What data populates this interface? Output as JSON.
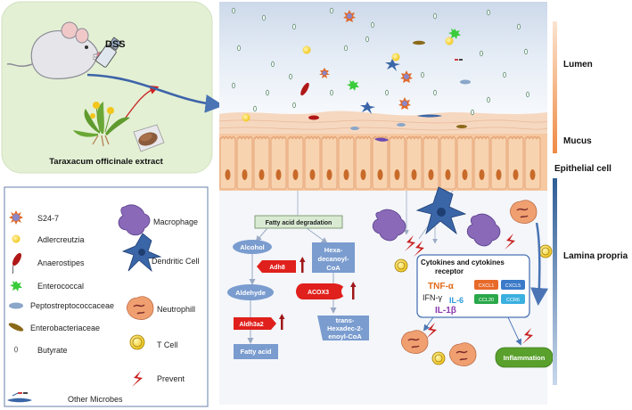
{
  "mouse_panel": {
    "dss_label": "DSS",
    "extract_label": "Taraxacum officinale extract"
  },
  "legend": {
    "left": [
      {
        "icon": "s24-7-icon",
        "label": "S24-7"
      },
      {
        "icon": "adlercreutzia-icon",
        "label": "Adlercreutzia"
      },
      {
        "icon": "anaerostipes-icon",
        "label": "Anaerostipes"
      },
      {
        "icon": "enterococcal-icon",
        "label": "Enterococcal"
      },
      {
        "icon": "peptostreptococcaceae-icon",
        "label": "Peptostreptococcaceae"
      },
      {
        "icon": "enterobacteriaceae-icon",
        "label": "Enterobacteriaceae"
      },
      {
        "icon": "butyrate-icon",
        "label": "Butyrate"
      },
      {
        "icon": "other-microbes-icon",
        "label": "Other Microbes"
      }
    ],
    "right": [
      {
        "icon": "macrophage-icon",
        "label": "Macrophage"
      },
      {
        "icon": "dendritic-cell-icon",
        "label": "Dendritic Cell"
      },
      {
        "icon": "neutrophill-icon",
        "label": "Neutrophill"
      },
      {
        "icon": "t-cell-icon",
        "label": "T Cell"
      },
      {
        "icon": "prevent-icon",
        "label": "Prevent"
      }
    ]
  },
  "layers": {
    "lumen": "Lumen",
    "mucus": "Mucus",
    "epithelial": "Epithelial cell",
    "lamina": "Lamina propria"
  },
  "pathway": {
    "title": "Fatty acid degradation",
    "alcohol": "Alcohol",
    "adh8": "Adh8",
    "aldehyde": "Aldehyde",
    "aldh3a2": "Aldh3a2",
    "fatty_acid": "Fatty acid",
    "hexa_1": "Hexa-",
    "hexa_2": "decanoyl-",
    "hexa_3": "CoA",
    "acox3": "ACOX3",
    "trans_1": "trans-",
    "trans_2": "Hexadec-2-",
    "trans_3": "enoyl-CoA"
  },
  "cytokines": {
    "title_1": "Cytokines and cytokines",
    "title_2": "receptor",
    "tnf": "TNF-α",
    "ifn": "IFN-γ",
    "il6": "IL-6",
    "il1b": "IL-1β",
    "cxcl1": "CXCL1",
    "cxcl5": "CXCL5",
    "ccl20": "CCL20",
    "ccr6": "CCR6"
  },
  "inflammation_label": "Inflammation",
  "colors": {
    "mouse_panel_bg": "#e4f0d4",
    "lamina_bg": "#f2f4f8",
    "lumen_top": "#dfe9f5",
    "epithelial": "#f6c9a3",
    "red_tag": "#e0201c",
    "inflammation": "#5aa02c",
    "scale_orange": "#f4a460",
    "scale_blue": "#3d6fa8"
  }
}
